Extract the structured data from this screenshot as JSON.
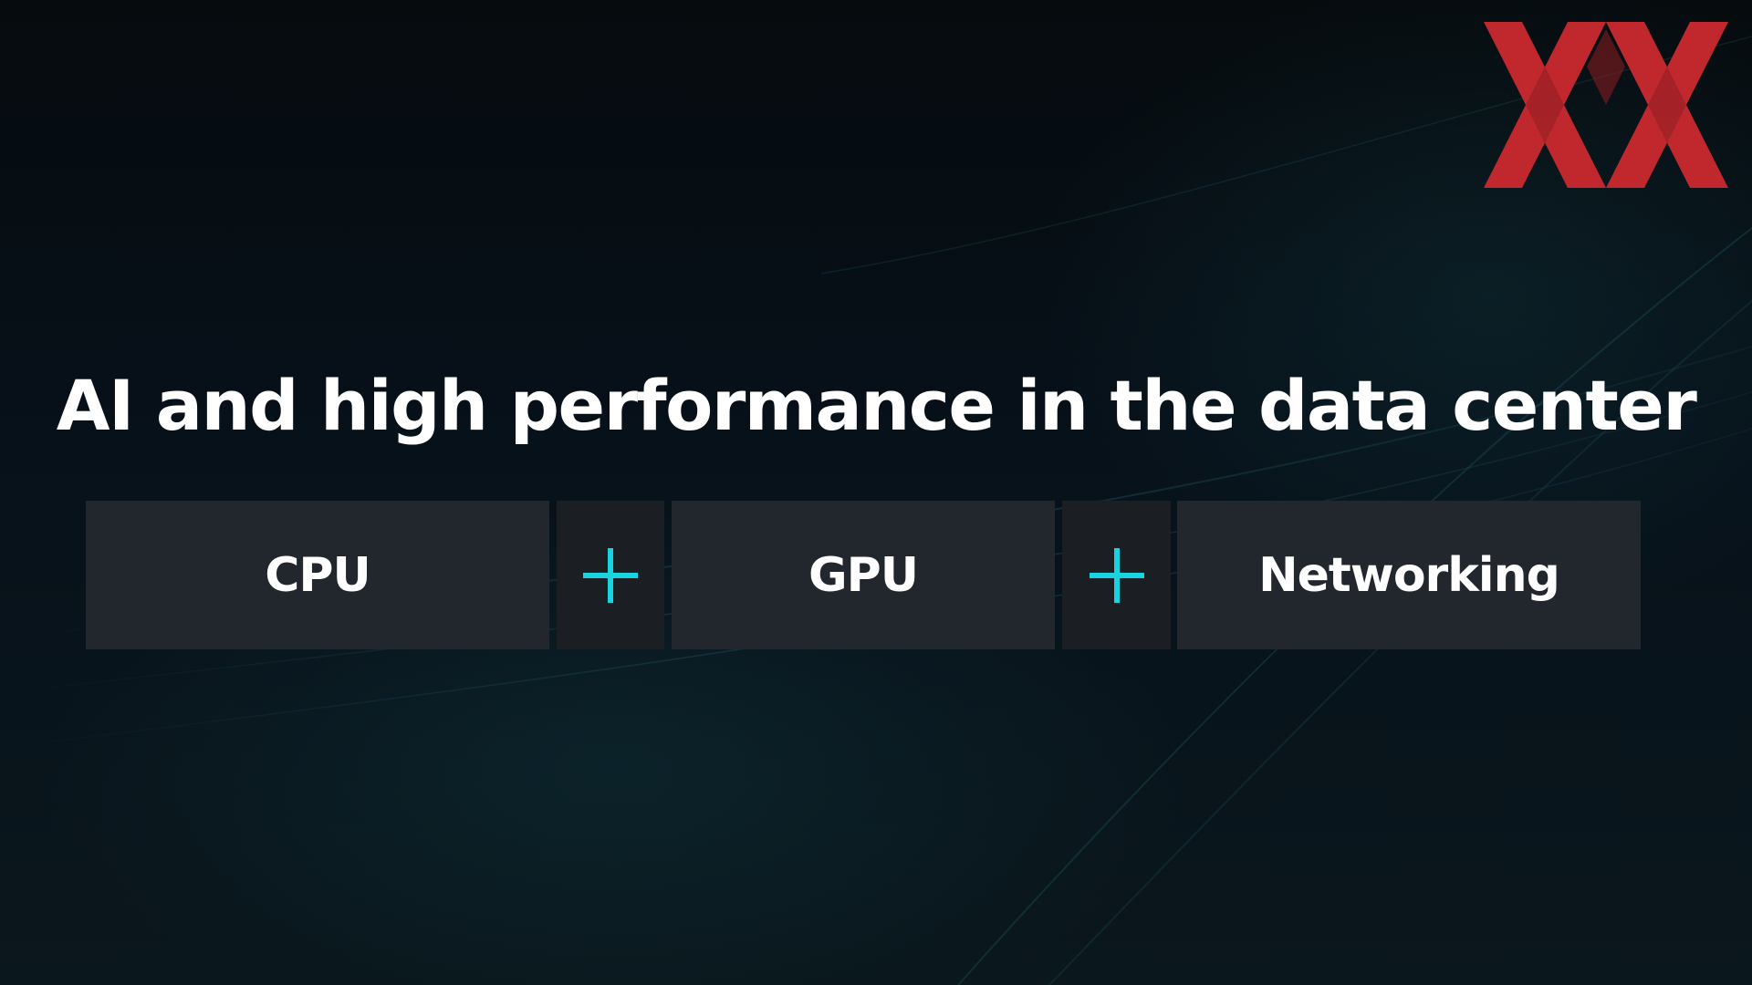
{
  "slide": {
    "title": "AI and high performance in the data center"
  },
  "components": [
    {
      "label": "CPU"
    },
    {
      "label": "GPU"
    },
    {
      "label": "Networking"
    }
  ],
  "colors": {
    "background": "#050a0d",
    "tile": "#22262d",
    "plus_tile": "#1b1e23",
    "plus_icon": "#19d3e0",
    "logo_red": "#c0282e"
  },
  "icons": {
    "logo": "brand-logo-icon",
    "separator": "plus-icon"
  }
}
